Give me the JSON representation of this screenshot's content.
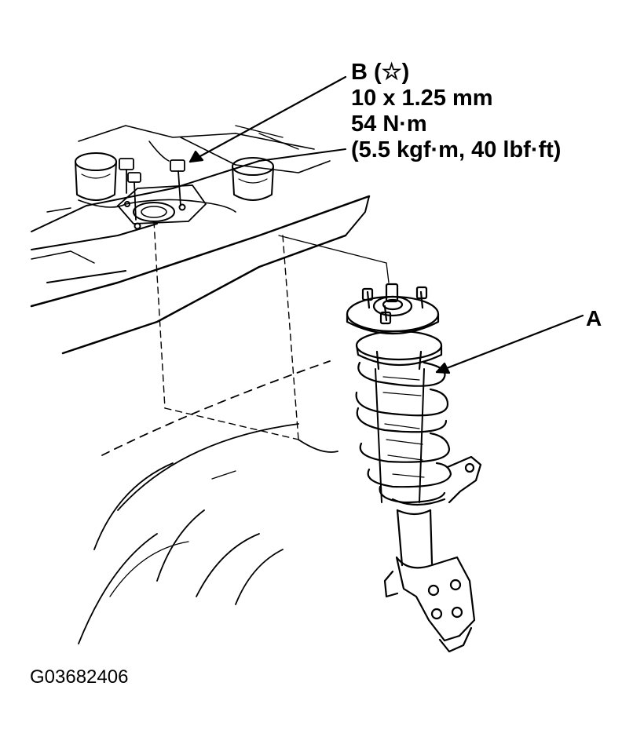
{
  "callouts": {
    "b": {
      "title": "B (☆)",
      "thread": "10 x 1.25 mm",
      "torque": "54 N·m",
      "torque_alt": "(5.5 kgf·m, 40 lbf·ft)"
    },
    "a": {
      "title": "A"
    }
  },
  "figure_code": "G03682406"
}
